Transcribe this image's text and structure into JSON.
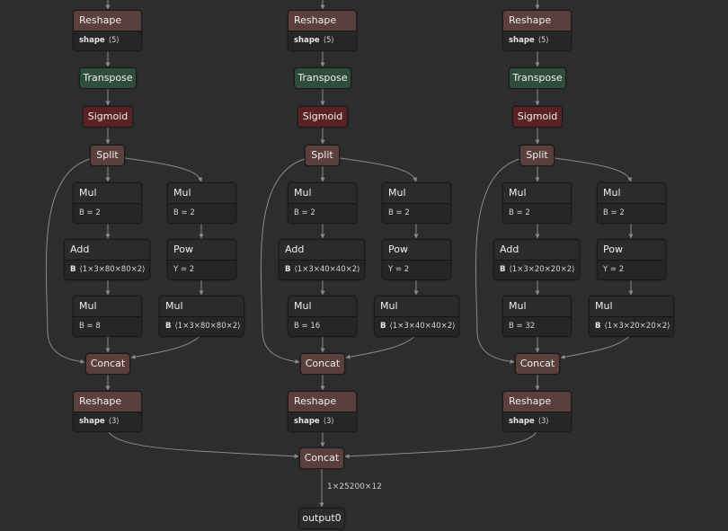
{
  "colors": {
    "background": "#2d2d2d",
    "edge": "#8a8a8a",
    "shape_node": "#5a3f3c",
    "layout_node": "#2f4d3d",
    "activation_node": "#5a2222",
    "tensor_node": "#2b2b2b"
  },
  "branches": [
    {
      "reshape_in": {
        "title": "Reshape",
        "attr_name": "shape",
        "attr_value": "⟨5⟩"
      },
      "transpose": {
        "title": "Transpose"
      },
      "sigmoid": {
        "title": "Sigmoid"
      },
      "split": {
        "title": "Split"
      },
      "mul_left": {
        "title": "Mul",
        "attr_value": "B = 2"
      },
      "mul_right": {
        "title": "Mul",
        "attr_value": "B = 2"
      },
      "add": {
        "title": "Add",
        "attr_name": "B",
        "attr_value": "⟨1×3×80×80×2⟩"
      },
      "pow": {
        "title": "Pow",
        "attr_value": "Y = 2"
      },
      "mul_stride": {
        "title": "Mul",
        "attr_value": "B = 8"
      },
      "mul_anchor": {
        "title": "Mul",
        "attr_name": "B",
        "attr_value": "⟨1×3×80×80×2⟩"
      },
      "concat": {
        "title": "Concat"
      },
      "reshape_out": {
        "title": "Reshape",
        "attr_name": "shape",
        "attr_value": "⟨3⟩"
      }
    },
    {
      "reshape_in": {
        "title": "Reshape",
        "attr_name": "shape",
        "attr_value": "⟨5⟩"
      },
      "transpose": {
        "title": "Transpose"
      },
      "sigmoid": {
        "title": "Sigmoid"
      },
      "split": {
        "title": "Split"
      },
      "mul_left": {
        "title": "Mul",
        "attr_value": "B = 2"
      },
      "mul_right": {
        "title": "Mul",
        "attr_value": "B = 2"
      },
      "add": {
        "title": "Add",
        "attr_name": "B",
        "attr_value": "⟨1×3×40×40×2⟩"
      },
      "pow": {
        "title": "Pow",
        "attr_value": "Y = 2"
      },
      "mul_stride": {
        "title": "Mul",
        "attr_value": "B = 16"
      },
      "mul_anchor": {
        "title": "Mul",
        "attr_name": "B",
        "attr_value": "⟨1×3×40×40×2⟩"
      },
      "concat": {
        "title": "Concat"
      },
      "reshape_out": {
        "title": "Reshape",
        "attr_name": "shape",
        "attr_value": "⟨3⟩"
      }
    },
    {
      "reshape_in": {
        "title": "Reshape",
        "attr_name": "shape",
        "attr_value": "⟨5⟩"
      },
      "transpose": {
        "title": "Transpose"
      },
      "sigmoid": {
        "title": "Sigmoid"
      },
      "split": {
        "title": "Split"
      },
      "mul_left": {
        "title": "Mul",
        "attr_value": "B = 2"
      },
      "mul_right": {
        "title": "Mul",
        "attr_value": "B = 2"
      },
      "add": {
        "title": "Add",
        "attr_name": "B",
        "attr_value": "⟨1×3×20×20×2⟩"
      },
      "pow": {
        "title": "Pow",
        "attr_value": "Y = 2"
      },
      "mul_stride": {
        "title": "Mul",
        "attr_value": "B = 32"
      },
      "mul_anchor": {
        "title": "Mul",
        "attr_name": "B",
        "attr_value": "⟨1×3×20×20×2⟩"
      },
      "concat": {
        "title": "Concat"
      },
      "reshape_out": {
        "title": "Reshape",
        "attr_name": "shape",
        "attr_value": "⟨3⟩"
      }
    }
  ],
  "final_concat": {
    "title": "Concat"
  },
  "output_edge_label": "1×25200×12",
  "output": {
    "title": "output0"
  }
}
